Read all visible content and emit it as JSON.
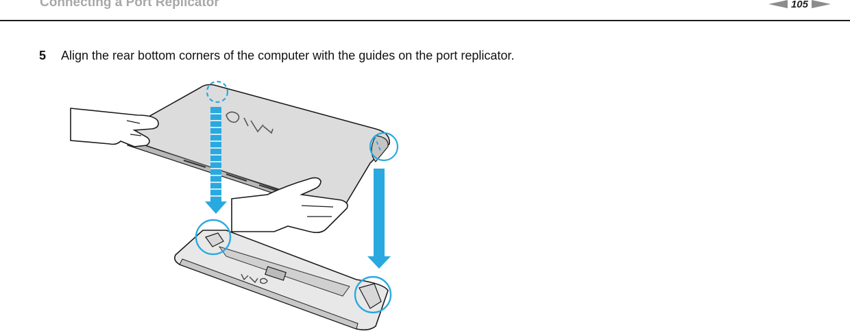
{
  "header": {
    "title": "Connecting a Port Replicator",
    "page_number": "105"
  },
  "step": {
    "number": "5",
    "text": "Align the rear bottom corners of the computer with the guides on the port replicator."
  },
  "colors": {
    "arrow": "#29a9e0",
    "guide_circle": "#29a9e0",
    "rule": "#1a1a1a",
    "header_text": "#a8a8a8"
  }
}
